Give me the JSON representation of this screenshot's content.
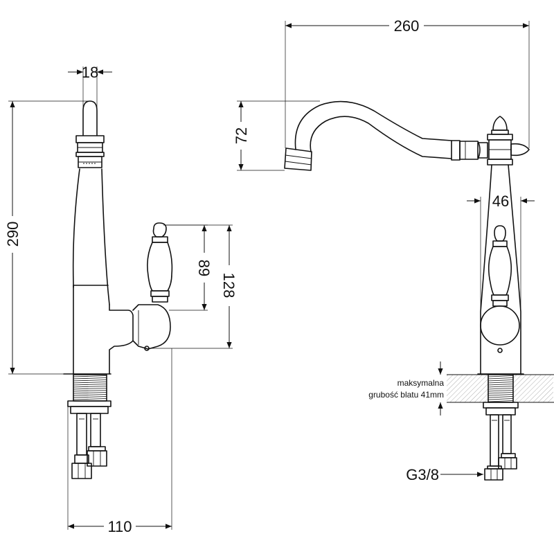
{
  "dimensions": {
    "spout_width": "18",
    "total_height": "290",
    "handle_height_short": "89",
    "handle_height_long": "128",
    "base_depth": "110",
    "spout_reach": "260",
    "spout_height": "72",
    "body_width": "46",
    "connection": "G3/8"
  },
  "note": {
    "line1": "maksymalna",
    "line2": "grubość blatu 41mm"
  },
  "colors": {
    "line": "#111111",
    "background": "#ffffff"
  }
}
